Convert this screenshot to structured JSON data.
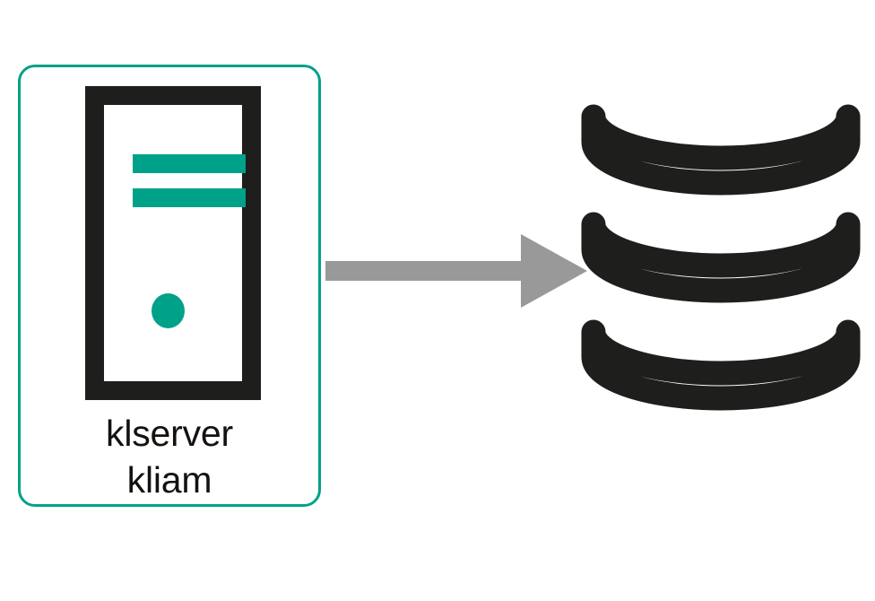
{
  "diagram": {
    "title": "klserver kliam to database flow",
    "background_color": "#ffffff",
    "accent_color": "#00a189",
    "outline_color": "#1e1e1c",
    "arrow_color": "#999999",
    "text_color": "#14110f"
  },
  "server_card": {
    "name": "server-node",
    "border_color": "#00a189",
    "label_lines": [
      "klserver",
      "kliam"
    ],
    "icon": {
      "name": "server-tower-icon",
      "frame_color": "#1e1e1c",
      "bay_bars": 2,
      "bay_bar_color": "#00a189",
      "led_color": "#00a189"
    }
  },
  "connector": {
    "name": "flow-arrow",
    "direction": "right",
    "color": "#999999",
    "label": "",
    "source": "klserver kliam",
    "target": "database"
  },
  "database_node": {
    "name": "database-cylinder",
    "label": "",
    "color": "#1e1e1c",
    "disc_count": 3
  }
}
